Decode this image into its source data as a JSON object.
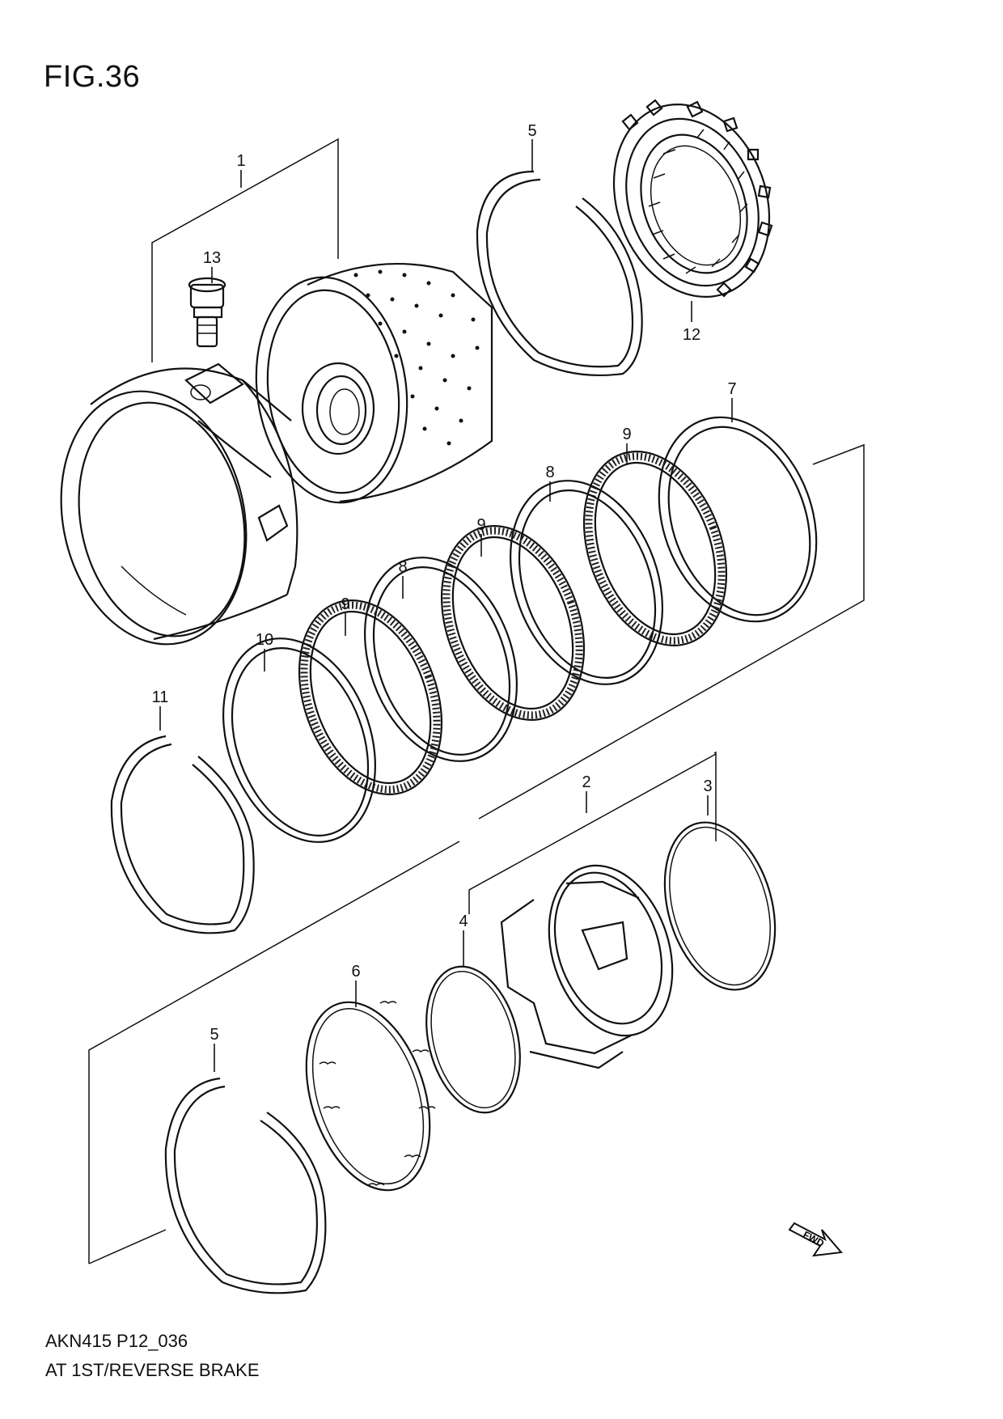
{
  "figure": {
    "title": "FIG.36"
  },
  "footer": {
    "code": "AKN415 P12_036",
    "caption": "AT 1ST/REVERSE BRAKE"
  },
  "fwd_badge": "FWD",
  "callouts": [
    "1",
    "13",
    "5",
    "12",
    "7",
    "9",
    "8",
    "9",
    "8",
    "9",
    "10",
    "11",
    "2",
    "3",
    "4",
    "6",
    "5"
  ]
}
